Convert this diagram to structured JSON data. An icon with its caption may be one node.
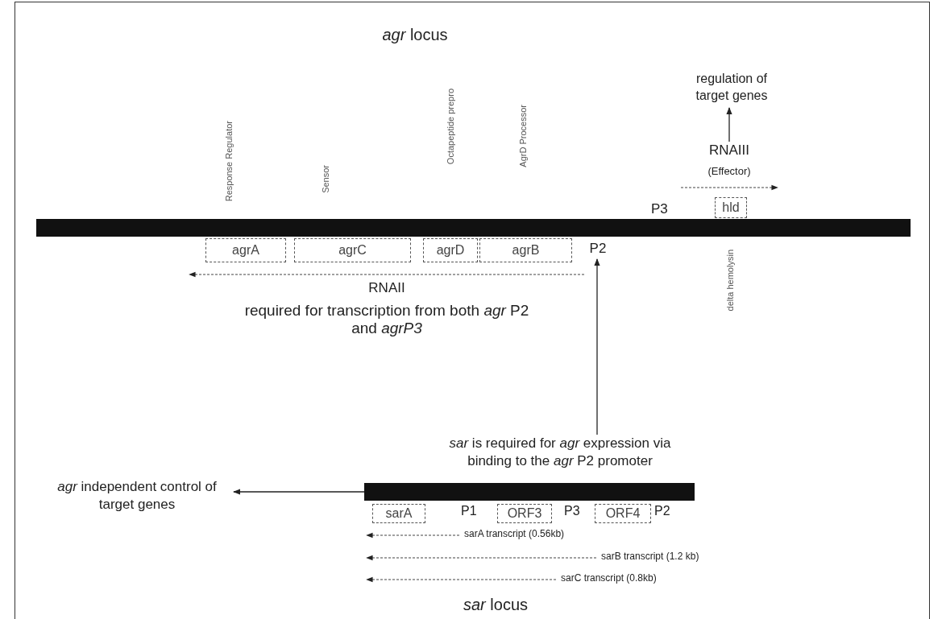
{
  "diagram": {
    "nodes": [
      {
        "text": [],
        "shape": "bar"
      },
      {
        "text": [
          "agrA"
        ]
      },
      {
        "text": [
          "agrC"
        ]
      },
      {
        "text": [
          "agrD"
        ]
      },
      {
        "text": [
          "agrB"
        ]
      },
      {
        "text": [
          "hld"
        ]
      },
      {
        "text": [
          "regulation of target genes"
        ]
      },
      {
        "text": [
          "RNAIII"
        ]
      },
      {
        "text": [
          "P2"
        ]
      },
      {
        "text": [
          "*sar* is required for *agr* expression via binding to the *agr* P2 promoter"
        ]
      },
      {
        "text": [],
        "shape": "bar"
      },
      {
        "text": [
          "*agr* independent control of target genes"
        ]
      },
      {
        "text": [
          "sarA"
        ]
      },
      {
        "text": [
          "ORF3"
        ]
      },
      {
        "text": [
          "ORF4"
        ]
      }
    ],
    "edges": [
      {
        "from": 7,
        "to": 6,
        "arrow": "to"
      },
      {
        "from": 9,
        "to": 8,
        "arrow": "to"
      },
      {
        "from": 10,
        "to": 11,
        "arrow": "to"
      }
    ],
    "labels": [
      "*agr* locus",
      "Response Regulator",
      "Sensor",
      "Octapeptide prepro",
      "AgrD Processor",
      "(Effector)",
      "P3",
      "delta hemolysin",
      "RNAII",
      "required for transcription from both *agr* P2 and *agrP3*",
      "P1",
      "P3",
      "P2",
      "sarA transcript (0.56kb)",
      "sarB transcript (1.2 kb)",
      "sarC transcript (0.8kb)",
      "*sar* locus"
    ]
  }
}
